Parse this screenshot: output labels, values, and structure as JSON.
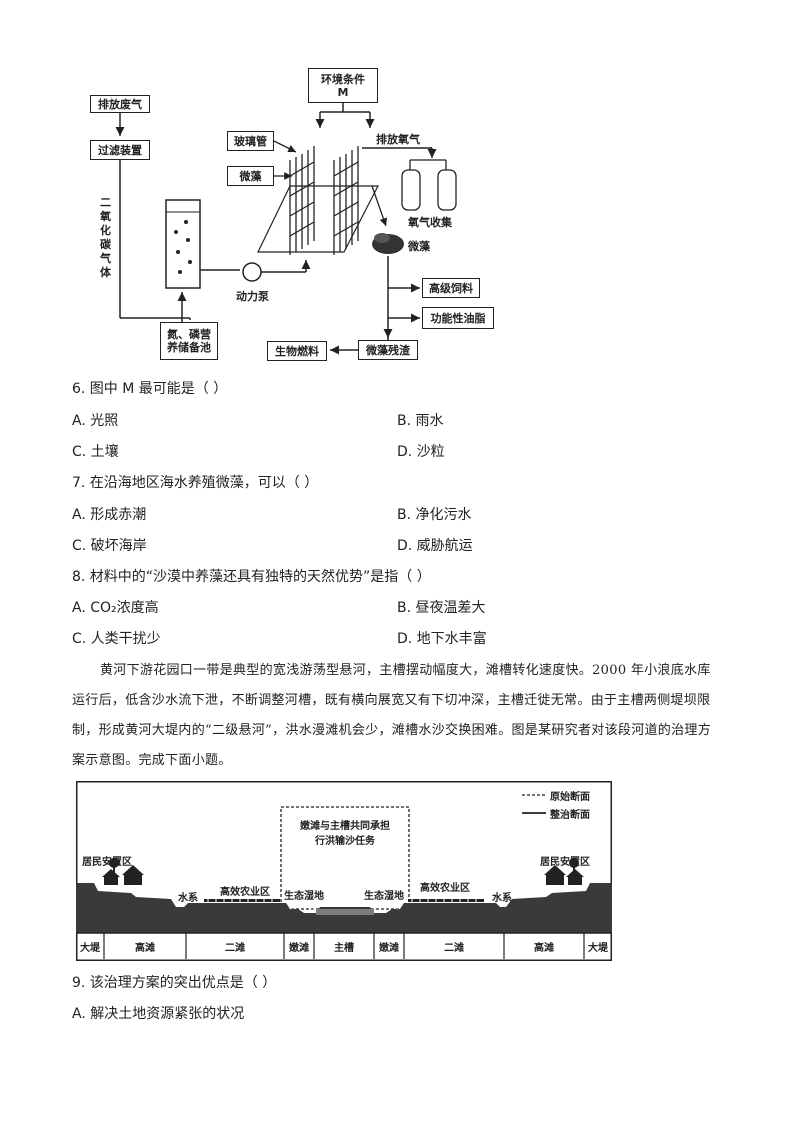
{
  "diagram1": {
    "exhaust_gas": "排放废气",
    "filter_device": "过滤装置",
    "co2_gas": "二氧化碳气体",
    "env_condition_line1": "环境条件",
    "env_condition_line2": "M",
    "glass_tube": "玻璃管",
    "microalgae_input": "微藻",
    "oxygen_exhaust": "排放氧气",
    "oxygen_collection": "氧气收集",
    "microalgae_output": "微藻",
    "pump": "动力泵",
    "nutrient_pool_line1": "氮、磷营",
    "nutrient_pool_line2": "养储备池",
    "high_feed": "高级饲料",
    "functional_oil": "功能性油脂",
    "algae_residue": "微藻残渣",
    "biofuel": "生物燃料"
  },
  "questions": [
    {
      "stem": "6. 图中 M 最可能是（    ）",
      "options": [
        "A.  光照",
        "B.  雨水",
        "C.  土壤",
        "D.  沙粒"
      ]
    },
    {
      "stem": "7. 在沿海地区海水养殖微藻，可以（    ）",
      "options": [
        "A.  形成赤潮",
        "B.  净化污水",
        "C.  破坏海岸",
        "D.  威胁航运"
      ]
    },
    {
      "stem": "8. 材料中的“沙漠中养藻还具有独特的天然优势”是指（    ）",
      "options": [
        "A. CO₂浓度高",
        "B.  昼夜温差大",
        "C.  人类干扰少",
        "D.  地下水丰富"
      ]
    }
  ],
  "passage": "黄河下游花园口一带是典型的宽浅游荡型悬河，主槽摆动幅度大，滩槽转化速度快。2000 年小浪底水库运行后，低含沙水流下泄，不断调整河槽，既有横向展宽又有下切冲深，主槽迁徙无常。由于主槽两侧堤坝限制，形成黄河大堤内的“二级悬河”，洪水漫滩机会少，滩槽水沙交换困难。图是某研究者对该段河道的治理方案示意图。完成下面小题。",
  "diagram2": {
    "legend_original": "原始断面",
    "legend_managed": "整治断面",
    "callout_line1": "嫩滩与主槽共同承担",
    "callout_line2": "行洪输沙任务",
    "resettlement_left": "居民安置区",
    "resettlement_right": "居民安置区",
    "water_left": "水系",
    "water_right": "水系",
    "agri_left": "高效农业区",
    "agri_right": "高效农业区",
    "wetland_left": "生态湿地",
    "wetland_right": "生态湿地",
    "zones": [
      "大堤",
      "高滩",
      "二滩",
      "嫩滩",
      "主槽",
      "嫩滩",
      "二滩",
      "高滩",
      "大堤"
    ]
  },
  "question9": {
    "stem": "9. 该治理方案的突出优点是（    ）",
    "option_a": "A.  解决土地资源紧张的状况"
  }
}
